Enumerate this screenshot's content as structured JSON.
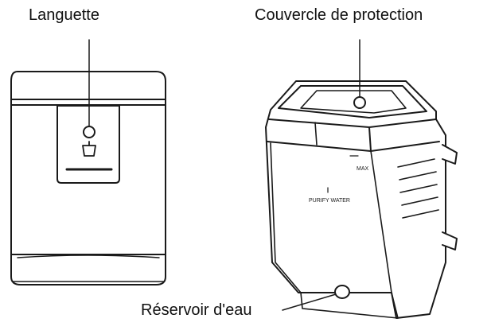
{
  "labels": {
    "languette": "Languette",
    "couvercle": "Couvercle de protection",
    "reservoir": "Réservoir d'eau"
  },
  "tank_markings": {
    "max": "MAX",
    "purify": "PURIFY WATER"
  },
  "colors": {
    "stroke": "#1a1a1a",
    "fill": "#ffffff",
    "shade": "#e6e6e6"
  }
}
